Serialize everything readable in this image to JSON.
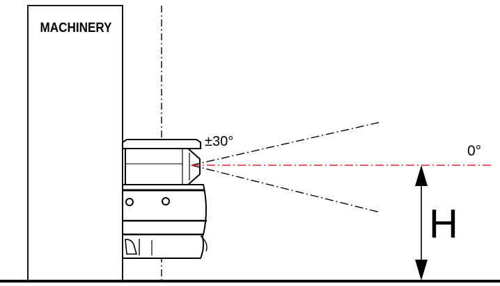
{
  "machinery_label": "MACHINERY",
  "tilt_label": "±30°",
  "zero_label": "0°",
  "height_label": "H",
  "colors": {
    "outline": "#000000",
    "center_line": "#e3242b",
    "device_fill": "#ffffff"
  }
}
